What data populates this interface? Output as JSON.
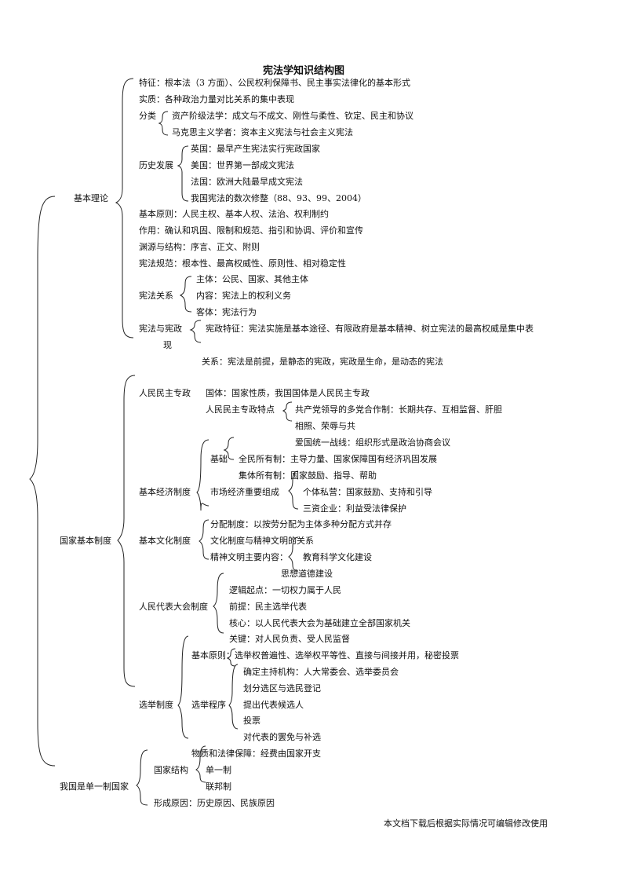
{
  "title": "宪法学知识结构图",
  "lines": {
    "l01": "特征：根本法（3 方面）、公民权利保障书、民主事实法律化的基本形式",
    "l02": "实质：各种政治力量对比关系的集中表现",
    "l03": "分类",
    "l04": "资产阶级法学：成文与不成文、刚性与柔性、钦定、民主和协议",
    "l05": "马克思主义学者：资本主义宪法与社会主义宪法",
    "l06": "英国：最早产生宪法实行宪政国家",
    "l07": "历史发展",
    "l08": "美国：世界第一部成文宪法",
    "l09": "法国：欧洲大陆最早成文宪法",
    "l10": "我国宪法的数次修整（88、93、99、2004）",
    "l11": "基本理论",
    "l12": "基本原则：人民主权、基本人权、法治、权利制约",
    "l13": "作用：确认和巩固、限制和规范、指引和协调、评价和宣传",
    "l14": "渊源与结构：序言、正文、附则",
    "l15": "宪法规范：根本性、最高权威性、原则性、相对稳定性",
    "l16": "主体：公民、国家、其他主体",
    "l17": "宪法关系",
    "l18": "内容：宪法上的权利义务",
    "l19": "客体：宪法行为",
    "l20": "宪法与宪政",
    "l21": "宪政特征：宪法实施是基本途径、有限政府是基本精神、树立宪法的最高权威是集中表",
    "l22": "现",
    "l23": "关系：宪法是前提，是静态的宪政，宪政是生命，是动态的宪法",
    "l24": "人民民主专政",
    "l25": "国体：国家性质，我国国体是人民民主专政",
    "l26": "人民民主专政特点",
    "l27": "共产党领导的多党合作制：长期共存、互相监督、肝胆",
    "l28": "相照、荣辱与共",
    "l29": "爱国统一战线：组织形式是政治协商会议",
    "l30": "基础",
    "l31": "全民所有制：主导力量、国家保障国有经济巩固发展",
    "l32": "集体所有制：国家鼓励、指导、帮助",
    "l33": "基本经济制度",
    "l34": "市场经济重要组成",
    "l35": "个体私营：国家鼓励、支持和引导",
    "l36": "三资企业：利益受法律保护",
    "l37": "分配制度：以按劳分配为主体多种分配方式并存",
    "l38": "国家基本制度",
    "l39": "基本文化制度",
    "l40": "文化制度与精神文明的关系",
    "l41": "精神文明主要内容：",
    "l42": "教育科学文化建设",
    "l43": "思想道德建设",
    "l44": "逻辑起点：一切权力属于人民",
    "l45": "人民代表大会制度",
    "l46": "前提：民主选举代表",
    "l47": "核心：以人民代表大会为基础建立全部国家机关",
    "l48": "关键：对人民负责、受人民监督",
    "l49": "基本原则：选举权普遍性、选举权平等性、直接与间接并用，秘密投票",
    "l50": "确定主持机构：人大常委会、选举委员会",
    "l51": "划分选区与选民登记",
    "l52": "选举制度",
    "l53": "选举程序",
    "l54": "提出代表候选人",
    "l55": "投票",
    "l56": "对代表的罢免与补选",
    "l57": "物质和法律保障：经费由国家开支",
    "l58": "国家结构",
    "l59": "单一制",
    "l60": "我国是单一制国家",
    "l61": "联邦制",
    "l62": "形成原因：历史原因、民族原因"
  },
  "footer": "本文档下载后根据实际情况可编辑修改使用"
}
